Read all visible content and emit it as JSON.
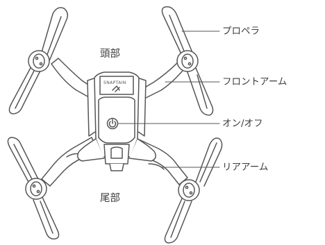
{
  "labels": {
    "head": "頭部",
    "tail": "尾部",
    "propeller": "プロペラ",
    "front_arm": "フロントアーム",
    "power": "オン/オフ",
    "rear_arm": "リアアーム"
  },
  "brand_text": "SNAPTAIN",
  "colors": {
    "stroke": "#555555",
    "text": "#3d3d3d"
  }
}
